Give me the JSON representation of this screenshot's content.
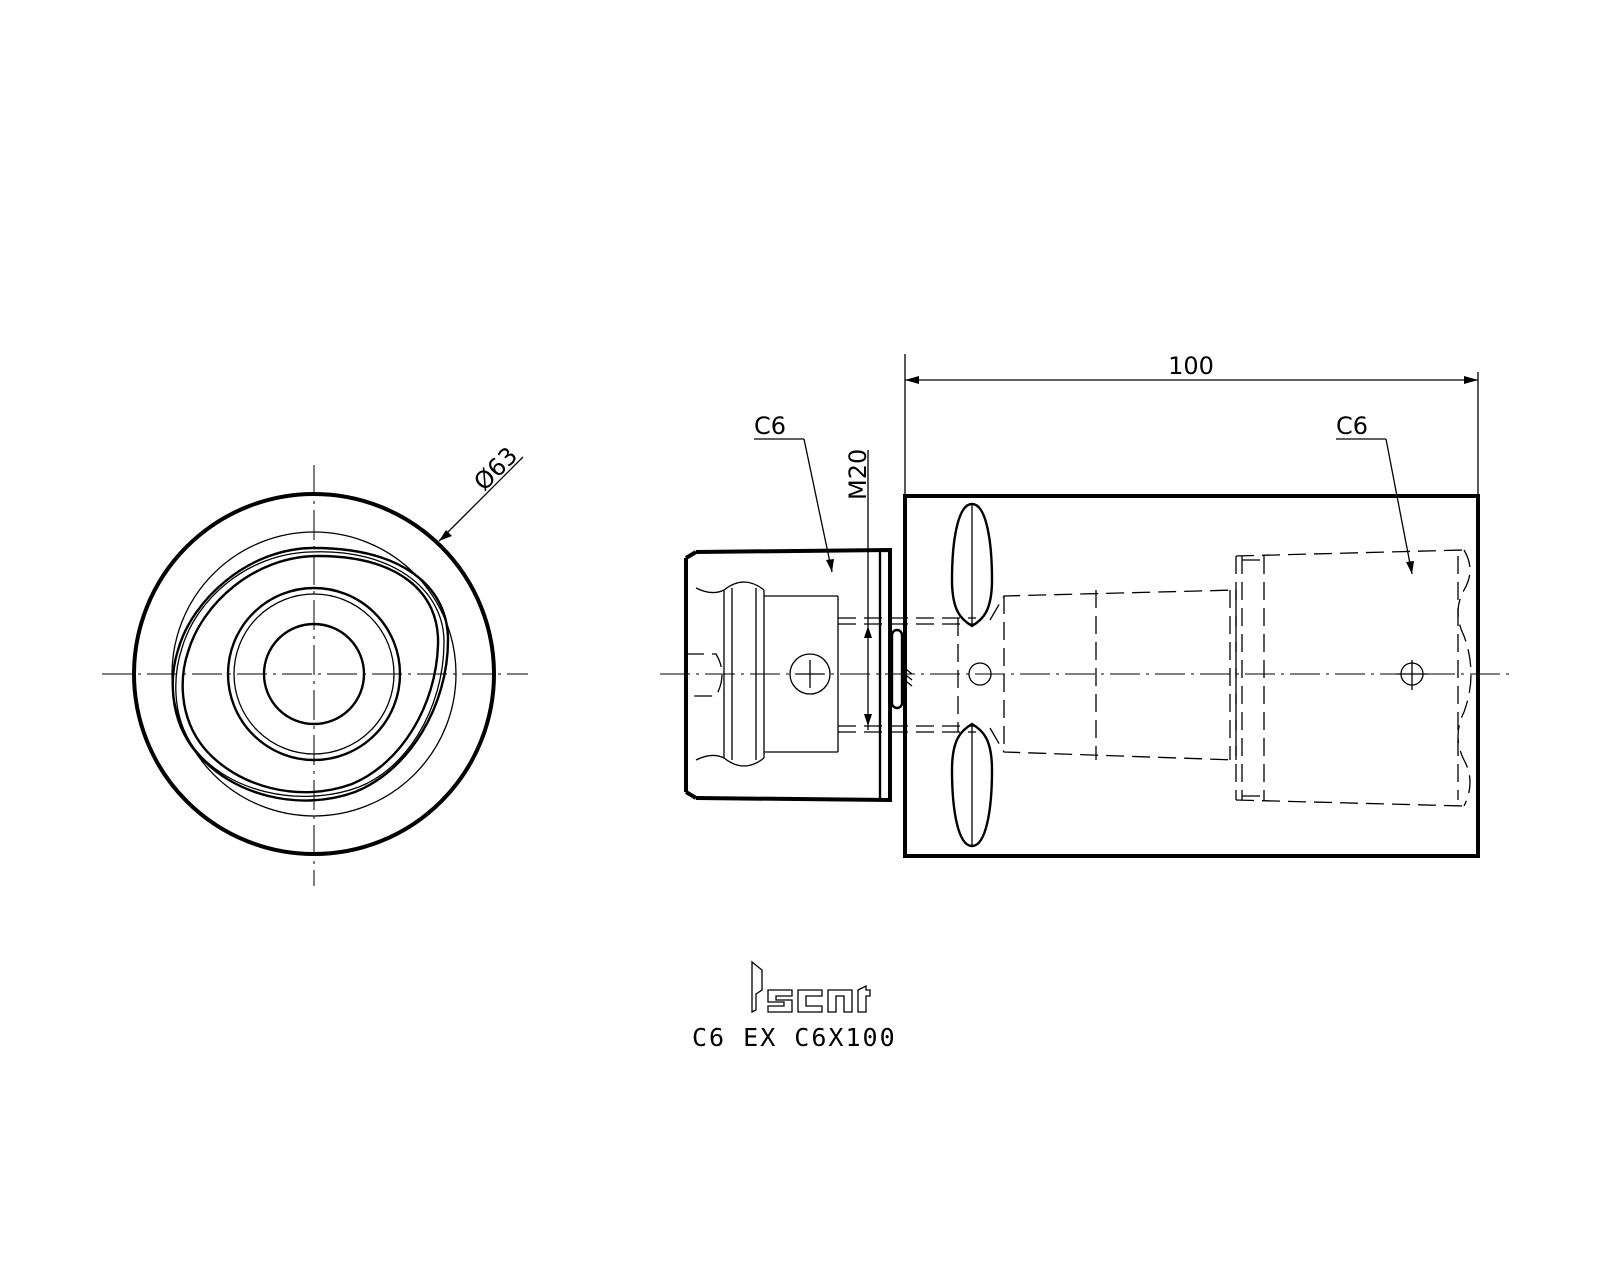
{
  "front_view": {
    "diameter_label": "Ø63"
  },
  "side_view": {
    "length_label": "100",
    "thread_label": "M20",
    "left_coupling_label": "C6",
    "right_coupling_label": "C6"
  },
  "title_block": {
    "brand_logo_text": "iscar",
    "part_number": "C6 EX C6X100"
  }
}
